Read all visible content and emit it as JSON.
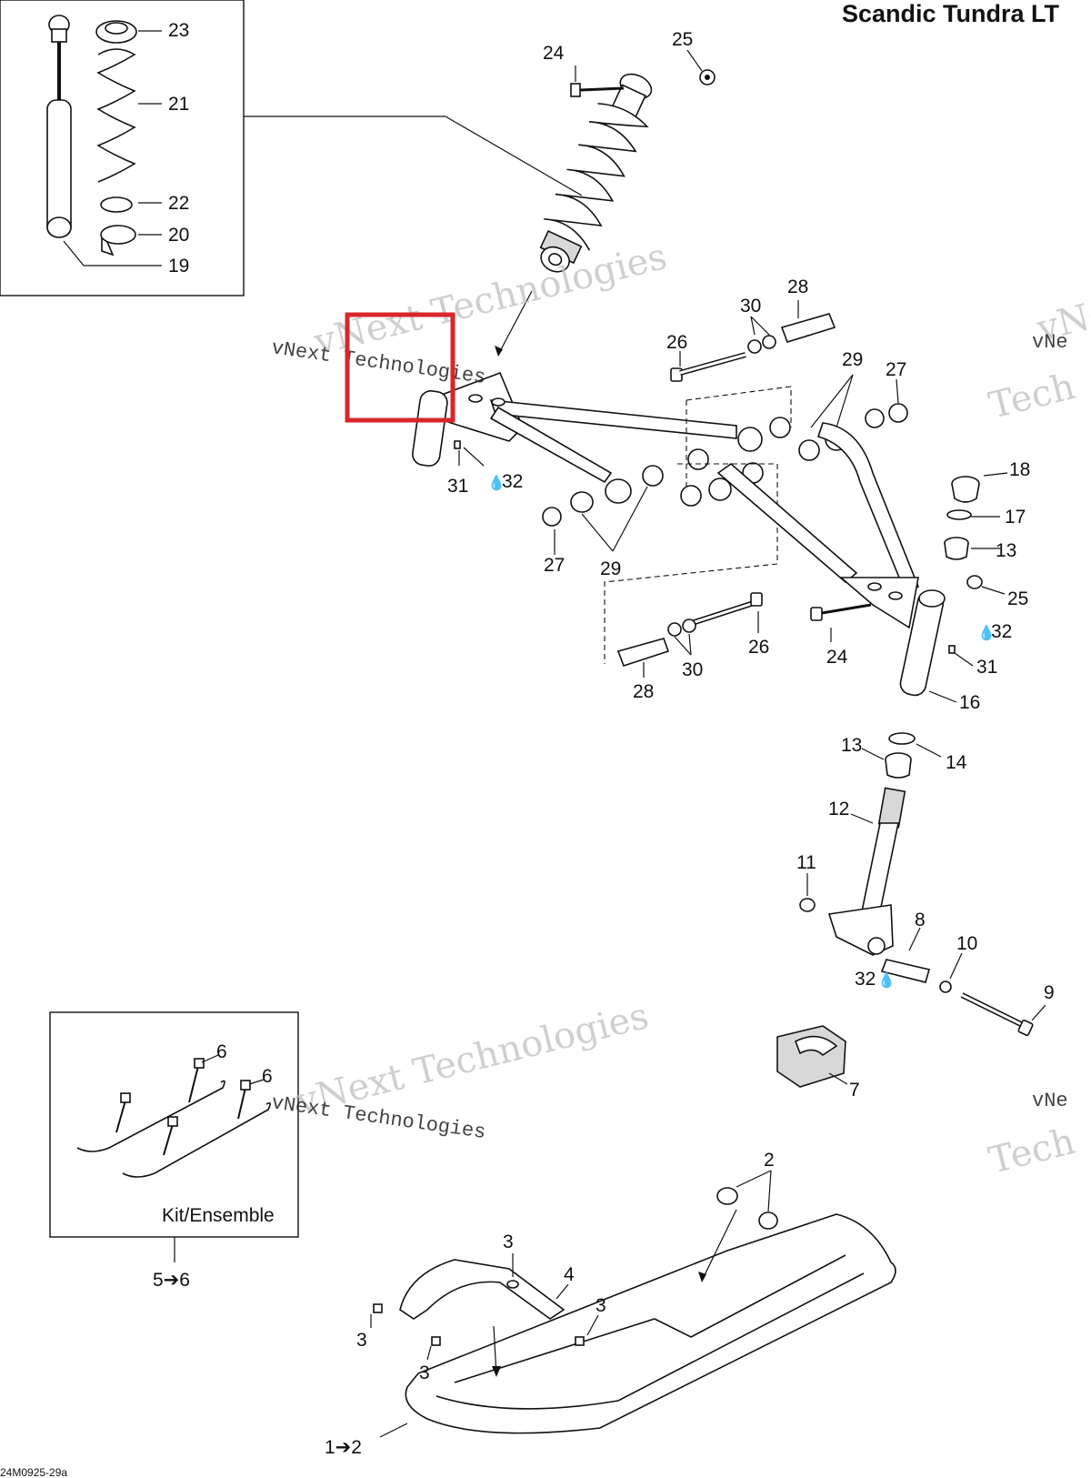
{
  "title": "Scandic Tundra LT",
  "drawing_code": "24M0925-29a",
  "kit_label": "Kit/Ensemble",
  "kit_ref": "5➔6",
  "ski_ref": "1➔2",
  "lube_symbol": "💧",
  "watermark": {
    "big": "vNext Technologies",
    "small": "vNext Technologies",
    "partial_big": "vNe",
    "partial_small": "vNe",
    "partial_tech": "Tech"
  },
  "callouts": {
    "c23": "23",
    "c21": "21",
    "c22": "22",
    "c20": "20",
    "c19": "19",
    "c24a": "24",
    "c25a": "25",
    "c28a": "28",
    "c30a": "30",
    "c26a": "26",
    "c29a": "29",
    "c27a": "27",
    "c31a": "31",
    "c32a": "32",
    "c27b": "27",
    "c29b": "29",
    "c18": "18",
    "c17": "17",
    "c13a": "13",
    "c25b": "25",
    "c32b": "32",
    "c24b": "24",
    "c31b": "31",
    "c26b": "26",
    "c30b": "30",
    "c28b": "28",
    "c16": "16",
    "c13b": "13",
    "c14": "14",
    "c12": "12",
    "c11": "11",
    "c8": "8",
    "c10": "10",
    "c9": "9",
    "c32c": "32",
    "c7": "7",
    "c6a": "6",
    "c6b": "6",
    "c2": "2",
    "c3a": "3",
    "c4": "4",
    "c3b": "3",
    "c3c": "3",
    "c3d": "3"
  }
}
